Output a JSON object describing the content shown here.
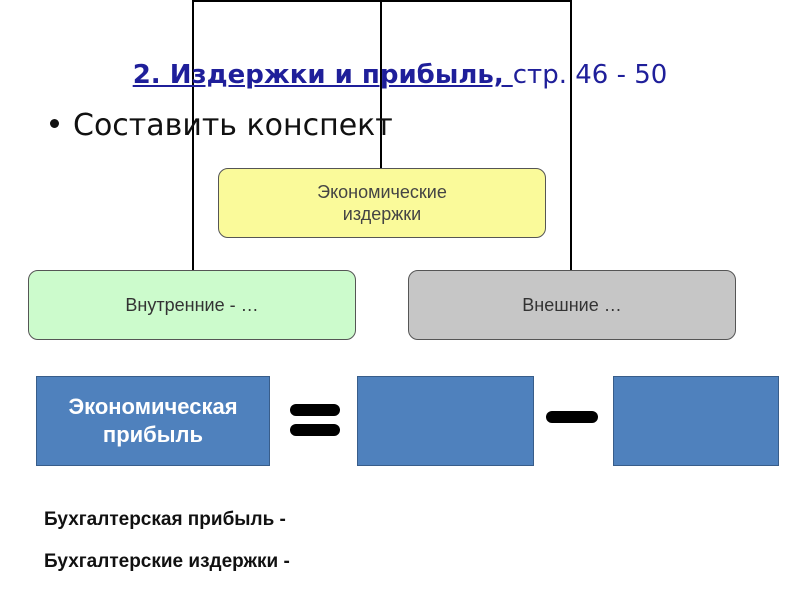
{
  "title": {
    "bold": "2. Издержки и прибыль, ",
    "rest": "стр. 46 - 50"
  },
  "bullet": "Составить конспект",
  "diagram": {
    "top_box": "Экономические издержки",
    "left_box": "Внутренние - …",
    "right_box": "Внешние …"
  },
  "equation": {
    "profit_box": "Экономическая прибыль",
    "blank_box_1": "",
    "blank_box_2": ""
  },
  "lines": {
    "accounting_profit": "Бухгалтерская прибыль -",
    "accounting_costs": "Бухгалтерские издержки -"
  },
  "colors": {
    "title": "#1f1f9a",
    "top_box": "#fafa9a",
    "left_box": "#ccfbcc",
    "right_box": "#c6c6c6",
    "blue": "#4f81bd"
  }
}
